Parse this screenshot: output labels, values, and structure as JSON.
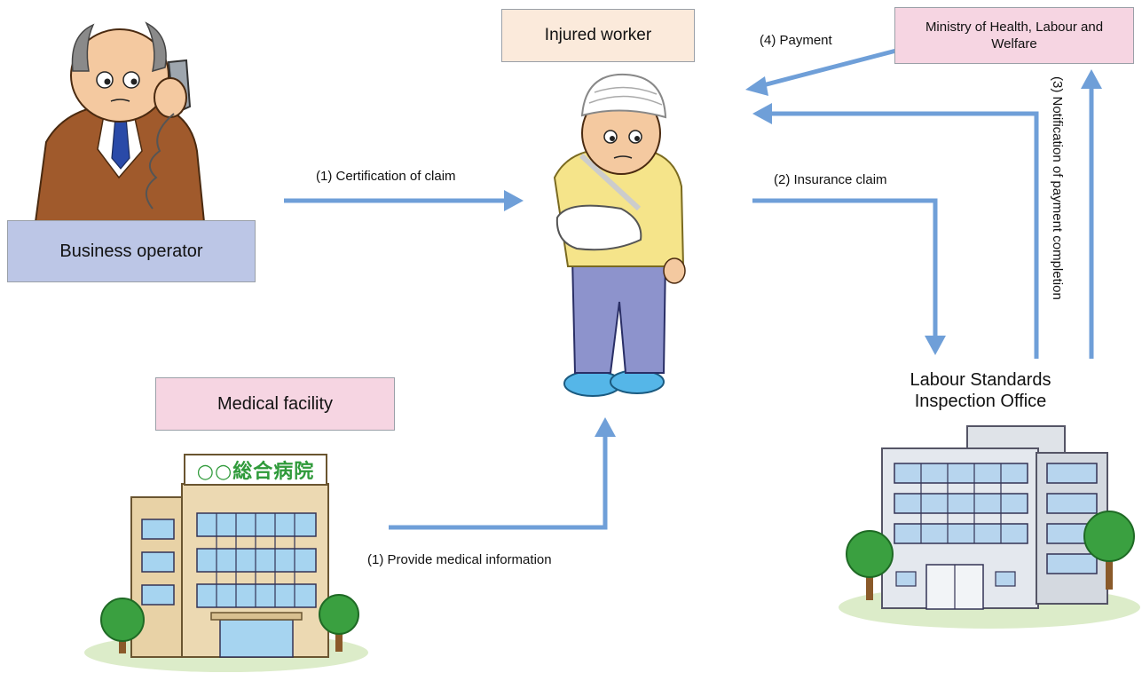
{
  "nodes": {
    "business_operator": "Business operator",
    "injured_worker": "Injured worker",
    "ministry": "Ministry of Health, Labour and Welfare",
    "medical_facility": "Medical facility",
    "labour_office": "Labour Standards Inspection Office",
    "hospital_sign": "○○総合病院"
  },
  "edges": {
    "certification": "(1) Certification of claim",
    "insurance_claim": "(2) Insurance claim",
    "notification": "(3) Notification of payment completion",
    "payment": "(4) Payment",
    "medical_info": "(1) Provide medical information"
  },
  "colors": {
    "arrow": "#6f9fd8",
    "business_box": "#bcc6e6",
    "worker_box": "#fbeadb",
    "ministry_box": "#f6d5e2",
    "medical_box": "#f6d5e2",
    "ground": "#dcecc9",
    "building_tan": "#e8d2a6",
    "building_grey": "#dfe3e8",
    "sign_green": "#2f9a3a"
  },
  "icons": [
    "businessman-on-phone-icon",
    "injured-worker-icon",
    "hospital-building-icon",
    "office-building-icon",
    "tree-icon"
  ]
}
